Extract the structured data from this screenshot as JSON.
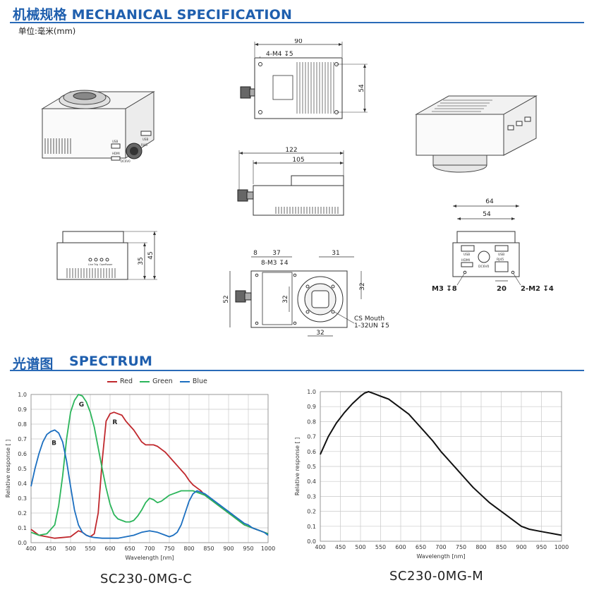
{
  "sections": {
    "mechanical_title": "机械规格 MECHANICAL SPECIFICATION",
    "unit_label": "单位:毫米(mm)",
    "spectrum_title_cn": "光谱图",
    "spectrum_title_en": "SPECTRUM"
  },
  "mechanical": {
    "top_view": {
      "width": "90",
      "height": "54",
      "hole_note": "4-M4 ↧5"
    },
    "side_view": {
      "overall": "122",
      "body": "105"
    },
    "end_view": {
      "height_total": "45",
      "height_body": "35",
      "port_labels": [
        "Line",
        "Trig",
        "Oper",
        "Power"
      ]
    },
    "front_view": {
      "d8": "8",
      "d37": "37",
      "d31": "31",
      "d52": "52",
      "d32a": "32",
      "d32b": "32",
      "d32c": "32",
      "hole_note": "8-M3 ↧4",
      "mount_note_1": "CS Mouth",
      "mount_note_2": "1-32UN ↧5"
    },
    "rear_view": {
      "d64": "64",
      "d54": "54",
      "d20": "20",
      "note_left": "M3 ↧8",
      "note_right": "2-M2 ↧4",
      "port_usb1": "USB",
      "port_usb2": "USB",
      "port_hdmi": "HDMI",
      "port_dc": "DC6V0",
      "port_rj45": "RJ45"
    },
    "iso_labels": {
      "usb": "USB",
      "hdmi": "HDMI",
      "usb2": "USB",
      "dc": "DC6V0",
      "rj45": "RJ45"
    }
  },
  "colors": {
    "accent": "#1f5fae",
    "red": "#c0282d",
    "green": "#2bb55a",
    "blue": "#1c6fc0"
  },
  "chart_data": [
    {
      "type": "line",
      "title": "SC230-0MG-C",
      "xlabel": "Wavelength [nm]",
      "ylabel": "Relative response [ ]",
      "xlim": [
        400,
        1000
      ],
      "ylim": [
        0,
        1.0
      ],
      "x_ticks": [
        400,
        450,
        500,
        550,
        600,
        650,
        700,
        750,
        800,
        850,
        900,
        950,
        1000
      ],
      "y_ticks": [
        0.0,
        0.1,
        0.2,
        0.3,
        0.4,
        0.5,
        0.6,
        0.7,
        0.8,
        0.9,
        1.0
      ],
      "grid": true,
      "legend": "top-center",
      "series": [
        {
          "name": "Red",
          "label": "R",
          "color": "#c0282d",
          "x": [
            400,
            420,
            440,
            460,
            480,
            500,
            510,
            520,
            530,
            540,
            550,
            560,
            570,
            580,
            590,
            600,
            610,
            620,
            630,
            640,
            650,
            660,
            670,
            680,
            690,
            700,
            710,
            720,
            730,
            740,
            750,
            760,
            770,
            780,
            790,
            800,
            810,
            820,
            830,
            840,
            850,
            860,
            870,
            880,
            890,
            900,
            910,
            920,
            930,
            940,
            950,
            960,
            970,
            980,
            990,
            1000
          ],
          "y": [
            0.09,
            0.05,
            0.04,
            0.03,
            0.035,
            0.04,
            0.06,
            0.08,
            0.07,
            0.05,
            0.04,
            0.06,
            0.2,
            0.55,
            0.82,
            0.87,
            0.88,
            0.87,
            0.86,
            0.82,
            0.79,
            0.76,
            0.72,
            0.68,
            0.66,
            0.66,
            0.66,
            0.65,
            0.63,
            0.61,
            0.58,
            0.55,
            0.52,
            0.49,
            0.46,
            0.42,
            0.39,
            0.37,
            0.35,
            0.32,
            0.3,
            0.28,
            0.26,
            0.24,
            0.22,
            0.2,
            0.18,
            0.16,
            0.14,
            0.12,
            0.11,
            0.1,
            0.09,
            0.08,
            0.07,
            0.06
          ]
        },
        {
          "name": "Green",
          "label": "G",
          "color": "#2bb55a",
          "x": [
            400,
            420,
            440,
            460,
            470,
            480,
            490,
            500,
            510,
            520,
            530,
            540,
            550,
            560,
            570,
            580,
            590,
            600,
            610,
            620,
            630,
            640,
            650,
            660,
            670,
            680,
            690,
            700,
            710,
            720,
            730,
            740,
            750,
            760,
            770,
            780,
            790,
            800,
            810,
            820,
            830,
            840,
            850,
            860,
            870,
            880,
            890,
            900,
            910,
            920,
            930,
            940,
            950,
            960,
            970,
            980,
            990,
            1000
          ],
          "y": [
            0.07,
            0.05,
            0.06,
            0.12,
            0.25,
            0.45,
            0.7,
            0.88,
            0.96,
            1.0,
            0.99,
            0.95,
            0.88,
            0.78,
            0.64,
            0.5,
            0.37,
            0.26,
            0.19,
            0.16,
            0.15,
            0.14,
            0.14,
            0.15,
            0.18,
            0.22,
            0.27,
            0.3,
            0.29,
            0.27,
            0.28,
            0.3,
            0.32,
            0.33,
            0.34,
            0.35,
            0.35,
            0.35,
            0.35,
            0.34,
            0.33,
            0.32,
            0.3,
            0.28,
            0.26,
            0.24,
            0.22,
            0.2,
            0.18,
            0.16,
            0.14,
            0.12,
            0.11,
            0.1,
            0.09,
            0.08,
            0.07,
            0.06
          ]
        },
        {
          "name": "Blue",
          "label": "B",
          "color": "#1c6fc0",
          "x": [
            400,
            410,
            420,
            430,
            440,
            450,
            460,
            470,
            480,
            490,
            500,
            510,
            520,
            530,
            540,
            550,
            560,
            580,
            600,
            620,
            640,
            660,
            680,
            700,
            720,
            740,
            750,
            760,
            770,
            780,
            790,
            800,
            810,
            820,
            830,
            840,
            850,
            860,
            870,
            880,
            890,
            900,
            910,
            920,
            930,
            940,
            950,
            960,
            970,
            980,
            990,
            1000
          ],
          "y": [
            0.38,
            0.5,
            0.6,
            0.68,
            0.73,
            0.75,
            0.76,
            0.74,
            0.68,
            0.55,
            0.38,
            0.22,
            0.12,
            0.07,
            0.05,
            0.04,
            0.035,
            0.03,
            0.03,
            0.03,
            0.04,
            0.05,
            0.07,
            0.08,
            0.07,
            0.05,
            0.04,
            0.05,
            0.07,
            0.12,
            0.2,
            0.28,
            0.33,
            0.35,
            0.34,
            0.33,
            0.31,
            0.29,
            0.27,
            0.25,
            0.23,
            0.21,
            0.19,
            0.17,
            0.15,
            0.13,
            0.12,
            0.1,
            0.09,
            0.08,
            0.07,
            0.05
          ]
        }
      ]
    },
    {
      "type": "line",
      "title": "SC230-0MG-M",
      "xlabel": "Wavelength [nm]",
      "ylabel": "Relative response [ ]",
      "xlim": [
        400,
        1000
      ],
      "ylim": [
        0,
        1.0
      ],
      "x_ticks": [
        400,
        450,
        500,
        550,
        600,
        650,
        700,
        750,
        800,
        850,
        900,
        950,
        1000
      ],
      "y_ticks": [
        0.0,
        0.1,
        0.2,
        0.3,
        0.4,
        0.5,
        0.6,
        0.7,
        0.8,
        0.9,
        1.0
      ],
      "grid": true,
      "series": [
        {
          "color": "#111111",
          "x": [
            400,
            420,
            440,
            460,
            480,
            500,
            510,
            520,
            530,
            540,
            550,
            560,
            570,
            580,
            590,
            600,
            620,
            640,
            660,
            680,
            700,
            720,
            740,
            760,
            780,
            800,
            820,
            840,
            860,
            880,
            900,
            920,
            940,
            960,
            980,
            1000
          ],
          "y": [
            0.58,
            0.7,
            0.79,
            0.86,
            0.92,
            0.97,
            0.99,
            1.0,
            0.99,
            0.98,
            0.97,
            0.96,
            0.95,
            0.93,
            0.91,
            0.89,
            0.85,
            0.79,
            0.73,
            0.67,
            0.6,
            0.54,
            0.48,
            0.42,
            0.36,
            0.31,
            0.26,
            0.22,
            0.18,
            0.14,
            0.1,
            0.08,
            0.07,
            0.06,
            0.05,
            0.04
          ]
        }
      ]
    }
  ]
}
